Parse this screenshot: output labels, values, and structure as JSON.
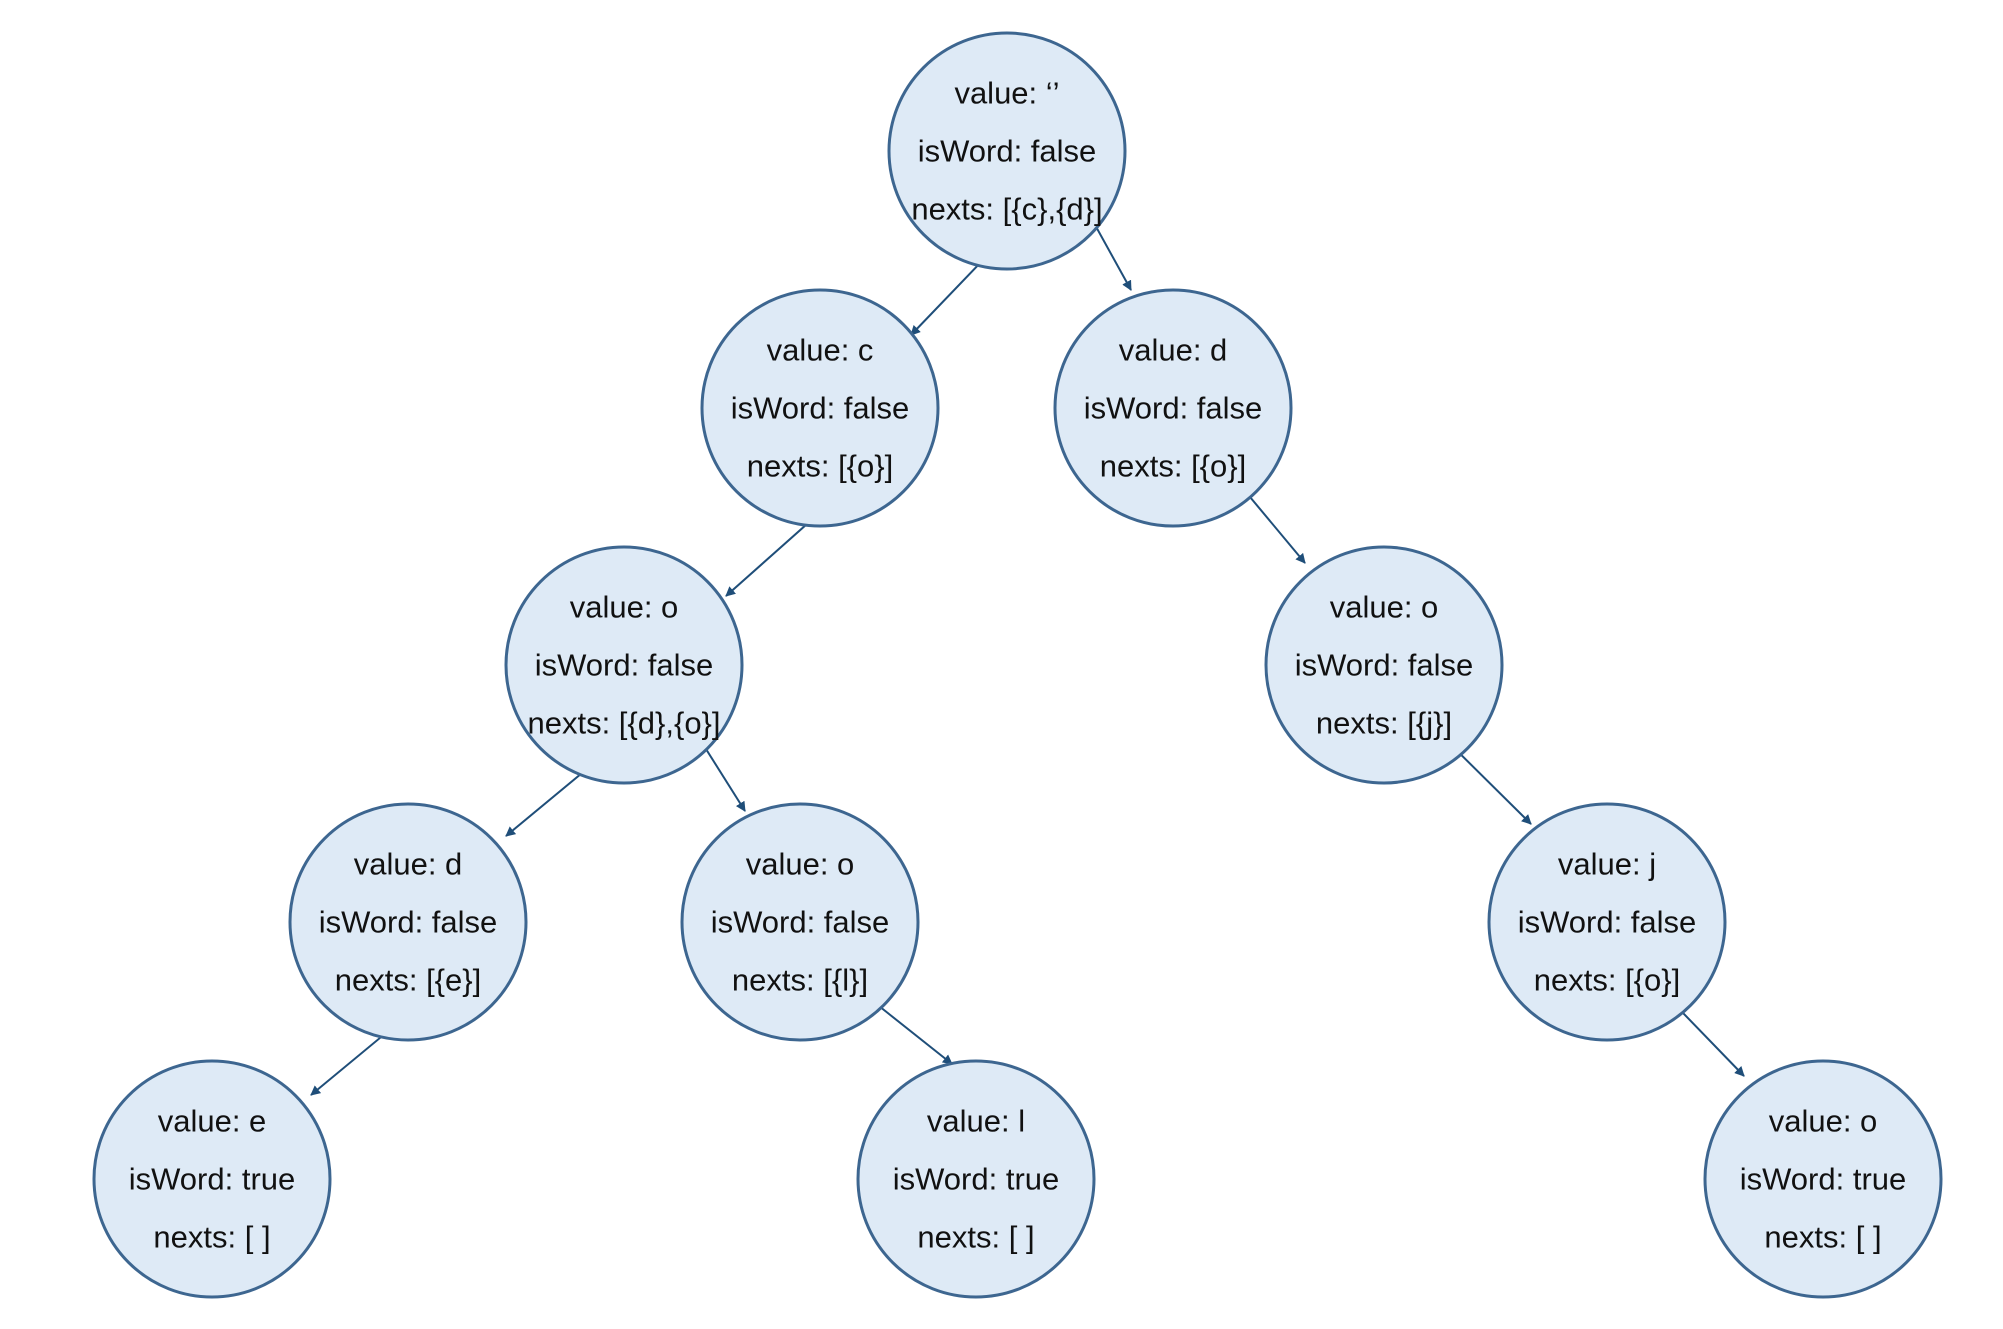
{
  "colors": {
    "node_fill": "#deeaf6",
    "node_stroke": "#3d6690",
    "edge": "#1f4e79",
    "text": "#111111"
  },
  "nodes": [
    {
      "id": "root",
      "value": "value: ‘’",
      "isWord": "isWord: false",
      "nexts": "nexts: [{c},{d}]"
    },
    {
      "id": "c",
      "value": "value: c",
      "isWord": "isWord: false",
      "nexts": "nexts: [{o}]"
    },
    {
      "id": "d",
      "value": "value: d",
      "isWord": "isWord: false",
      "nexts": "nexts: [{o}]"
    },
    {
      "id": "co",
      "value": "value: o",
      "isWord": "isWord: false",
      "nexts": "nexts: [{d},{o}]"
    },
    {
      "id": "do",
      "value": "value: o",
      "isWord": "isWord: false",
      "nexts": "nexts: [{j}]"
    },
    {
      "id": "cod",
      "value": "value: d",
      "isWord": "isWord: false",
      "nexts": "nexts: [{e}]"
    },
    {
      "id": "coo",
      "value": "value: o",
      "isWord": "isWord: false",
      "nexts": "nexts: [{l}]"
    },
    {
      "id": "doj",
      "value": "value: j",
      "isWord": "isWord: false",
      "nexts": "nexts: [{o}]"
    },
    {
      "id": "code",
      "value": "value: e",
      "isWord": "isWord: true",
      "nexts": "nexts: [ ]"
    },
    {
      "id": "cool",
      "value": "value: l",
      "isWord": "isWord: true",
      "nexts": "nexts: [ ]"
    },
    {
      "id": "dojo",
      "value": "value: o",
      "isWord": "isWord: true",
      "nexts": "nexts: [ ]"
    }
  ],
  "edges": [
    {
      "from": "root",
      "to": "c"
    },
    {
      "from": "root",
      "to": "d"
    },
    {
      "from": "c",
      "to": "co"
    },
    {
      "from": "d",
      "to": "do"
    },
    {
      "from": "co",
      "to": "cod"
    },
    {
      "from": "co",
      "to": "coo"
    },
    {
      "from": "do",
      "to": "doj"
    },
    {
      "from": "cod",
      "to": "code"
    },
    {
      "from": "coo",
      "to": "cool"
    },
    {
      "from": "doj",
      "to": "dojo"
    }
  ]
}
